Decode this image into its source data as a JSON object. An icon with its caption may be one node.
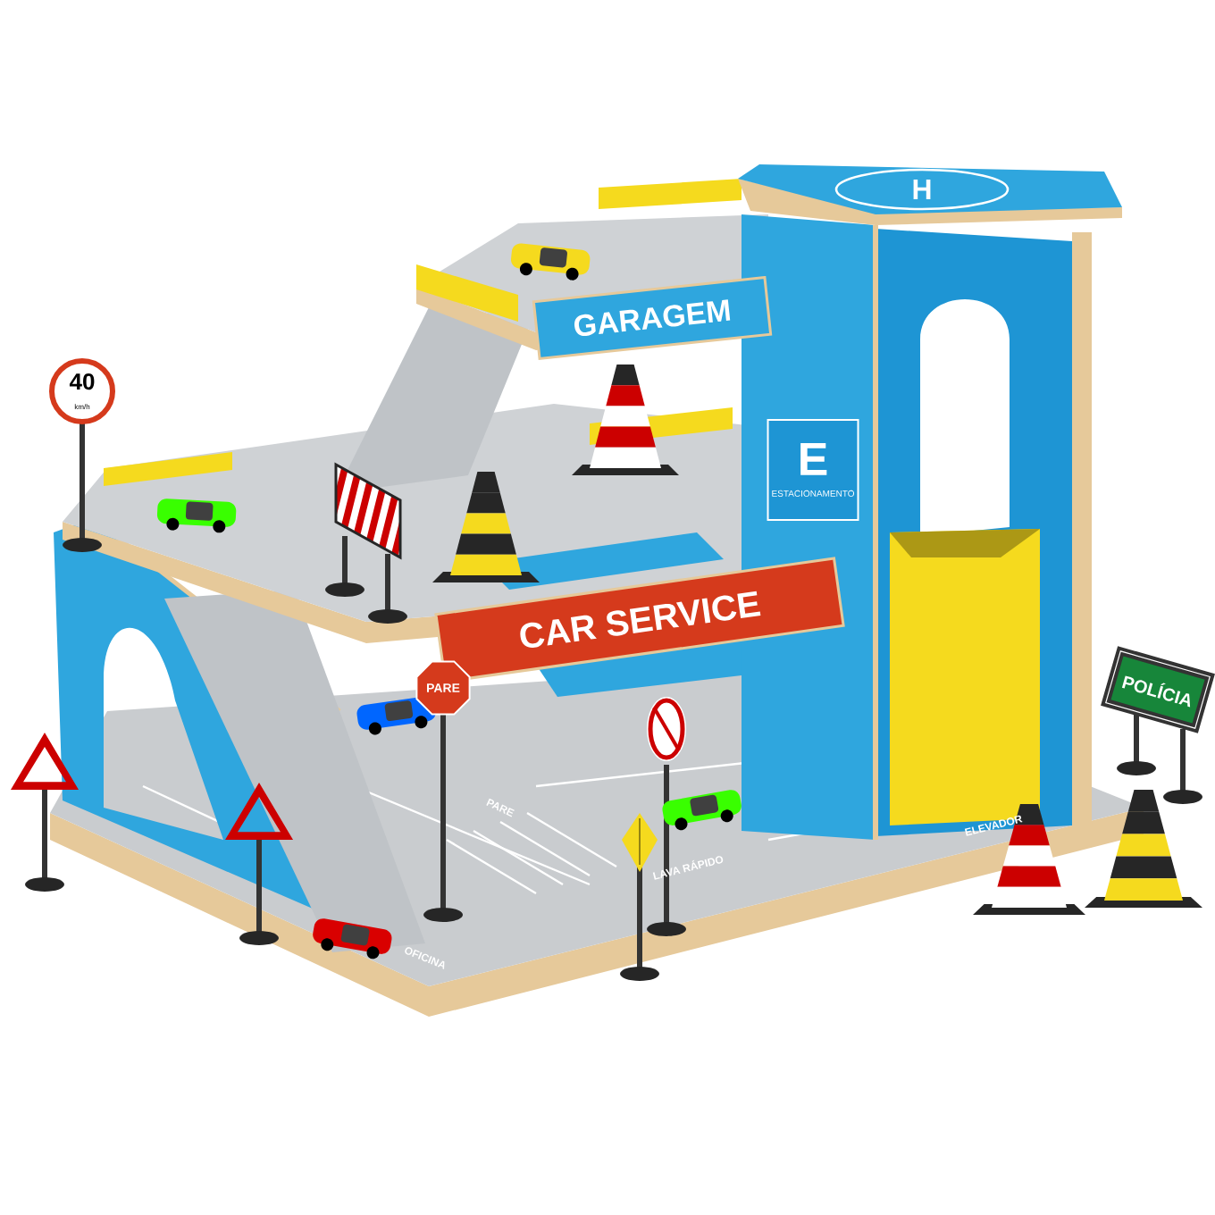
{
  "diagram": {
    "nodes": [
      {
        "text": [
          "GARAGEM"
        ]
      },
      {
        "text": [
          "CAR SERVICE"
        ]
      },
      {
        "text": [
          "E",
          "ESTACIONAMENTO"
        ]
      },
      {
        "text": [
          "40",
          "km/h"
        ]
      },
      {
        "text": [
          "PARE"
        ]
      },
      {
        "text": [
          "POLÍCIA"
        ]
      }
    ],
    "labels": [
      "H",
      "PARE",
      "OFICINA",
      "LAVA RÁPIDO",
      "ELEVADOR"
    ]
  }
}
